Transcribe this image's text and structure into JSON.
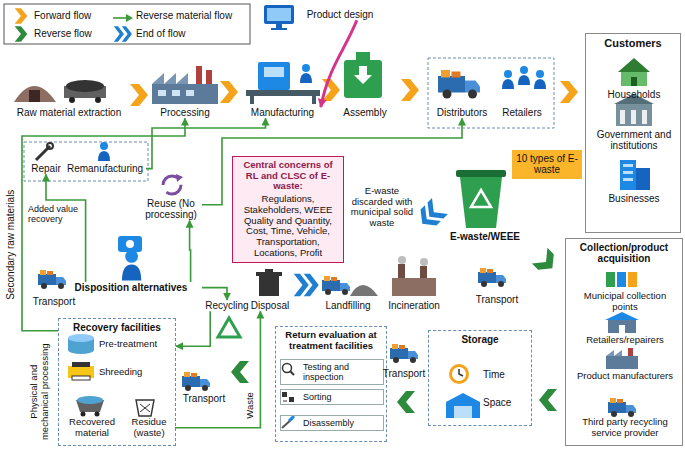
{
  "diagram": {
    "nodes": [
      {
        "text": [
          "Raw material extraction"
        ]
      },
      {
        "text": [
          "Processing"
        ]
      },
      {
        "text": [
          "Product design"
        ]
      },
      {
        "text": [
          "Manufacturing"
        ]
      },
      {
        "text": [
          "Assembly"
        ]
      },
      {
        "text": [
          "Distributors"
        ]
      },
      {
        "text": [
          "Retailers"
        ]
      },
      {
        "text": [
          "Customers"
        ]
      },
      {
        "text": [
          "Households"
        ],
        "in": 7
      },
      {
        "text": [
          "Government and institutions"
        ],
        "in": 7
      },
      {
        "text": [
          "Businesses"
        ],
        "in": 7
      },
      {
        "text": [
          "10 types of E-waste"
        ]
      },
      {
        "text": [
          "Repair"
        ]
      },
      {
        "text": [
          "Remanufacturing"
        ]
      },
      {
        "text": [
          "Reuse (No processing)"
        ]
      },
      {
        "text": [
          "Central concerns of RL and CLSC of E-waste:",
          "Regulations, Stakeholders, WEEE Quality and Quantity, Cost, Time, Vehicle, Transportation, Locations, Profit"
        ]
      },
      {
        "text": [
          "E-waste/WEEE"
        ]
      },
      {
        "text": [
          "Collection/product acquisition"
        ]
      },
      {
        "text": [
          "Municipal collection points"
        ],
        "in": 17
      },
      {
        "text": [
          "Retailers/repairers"
        ],
        "in": 17
      },
      {
        "text": [
          "Product manufacturers"
        ],
        "in": 17
      },
      {
        "text": [
          "Third party recycling service provider"
        ],
        "in": 17
      },
      {
        "text": [
          "Disposition alternatives"
        ]
      },
      {
        "text": [
          "Transport"
        ]
      },
      {
        "text": [
          "Recycling"
        ]
      },
      {
        "text": [
          "Recovery facilities"
        ]
      },
      {
        "text": [
          "Pre-treatment"
        ],
        "in": 25
      },
      {
        "text": [
          "Shreeding"
        ],
        "in": 25
      },
      {
        "text": [
          "Recovered material"
        ],
        "in": 25
      },
      {
        "text": [
          "Residue (waste)"
        ],
        "in": 25
      },
      {
        "text": [
          "Transport"
        ]
      },
      {
        "text": [
          "Disposal"
        ]
      },
      {
        "text": [
          "Landfilling"
        ]
      },
      {
        "text": [
          "Incineration"
        ]
      },
      {
        "text": [
          "Return evaluation at treatment facilities"
        ]
      },
      {
        "text": [
          "Testing and inspection"
        ],
        "in": 34
      },
      {
        "text": [
          "Sorting"
        ],
        "in": 34
      },
      {
        "text": [
          "Disassembly"
        ],
        "in": 34
      },
      {
        "text": [
          "Transport"
        ]
      },
      {
        "text": [
          "Storage"
        ]
      },
      {
        "text": [
          "Time"
        ],
        "in": 39
      },
      {
        "text": [
          "Space"
        ],
        "in": 39
      },
      {
        "text": [
          "Transport"
        ]
      }
    ],
    "edges": [
      {
        "from": 0,
        "to": 1,
        "arrow": "to"
      },
      {
        "from": 1,
        "to": 3,
        "arrow": "to"
      },
      {
        "from": 3,
        "to": 4,
        "arrow": "to"
      },
      {
        "from": 4,
        "to": 5,
        "arrow": "to"
      },
      {
        "from": 6,
        "to": 7,
        "arrow": "to"
      },
      {
        "from": 2,
        "to": 3,
        "arrow": "to"
      },
      {
        "from": 16,
        "to": 17,
        "arrow": "to"
      },
      {
        "from": 17,
        "to": 39,
        "arrow": "to"
      },
      {
        "from": 39,
        "to": 34,
        "arrow": "to"
      },
      {
        "from": 34,
        "to": 25,
        "arrow": "to"
      },
      {
        "from": 16,
        "to": 32,
        "arrow": "to"
      },
      {
        "from": 31,
        "to": 32,
        "arrow": "to"
      },
      {
        "from": 22,
        "to": 14,
        "arrow": "to"
      },
      {
        "from": 22,
        "to": 12,
        "arrow": "to"
      },
      {
        "from": 22,
        "to": 24,
        "arrow": "to"
      },
      {
        "from": 24,
        "to": 25,
        "arrow": "to"
      },
      {
        "from": 14,
        "to": 5,
        "arrow": "to"
      },
      {
        "from": 13,
        "to": 3,
        "arrow": "to"
      },
      {
        "from": 25,
        "to": 1,
        "arrow": "to"
      },
      {
        "from": 29,
        "to": 31,
        "arrow": "to"
      }
    ],
    "labels": [
      "Added value recovery",
      "E-waste discarded with municipal solid waste",
      "Secondary raw materials",
      "Physical and mechanical processing",
      "Waste"
    ],
    "legend": [
      {
        "text": "Forward flow",
        "color": "#f5a31a"
      },
      {
        "text": "Reverse material flow"
      },
      {
        "text": "Reverse flow",
        "color": "#2e8b3e"
      },
      {
        "text": "End of flow",
        "color": "#1f7fd1"
      }
    ]
  }
}
